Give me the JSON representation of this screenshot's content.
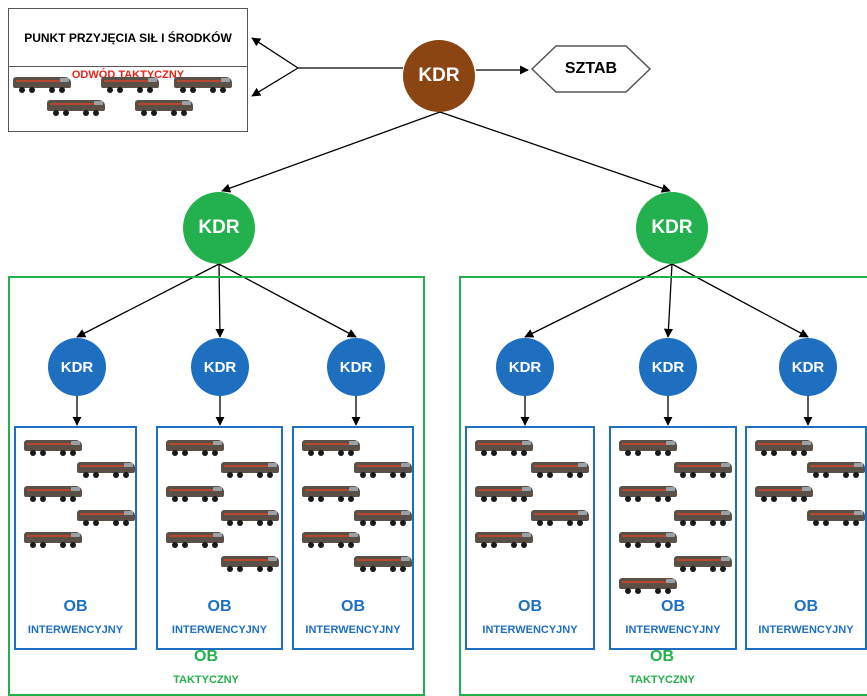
{
  "colors": {
    "brown": "#8b4513",
    "green": "#22b14c",
    "blue": "#1f6fc1",
    "red": "#e8231a"
  },
  "reception": {
    "title": "PUNKT PRZYJĘCIA SIŁ I ŚRODKÓW",
    "subtitle": "ODWÓD TAKTYCZNY"
  },
  "top_node": {
    "label": "KDR"
  },
  "sztab": {
    "label": "SZTAB"
  },
  "groups": [
    {
      "node_label": "KDR",
      "tactical": {
        "title": "OB",
        "subtitle": "TAKTYCZNY"
      },
      "units": [
        {
          "node_label": "KDR",
          "title": "OB",
          "subtitle": "INTERWENCYJNY",
          "vehicles": 5
        },
        {
          "node_label": "KDR",
          "title": "OB",
          "subtitle": "INTERWENCYJNY",
          "vehicles": 6
        },
        {
          "node_label": "KDR",
          "title": "OB",
          "subtitle": "INTERWENCYJNY",
          "vehicles": 6
        }
      ]
    },
    {
      "node_label": "KDR",
      "tactical": {
        "title": "OB",
        "subtitle": "TAKTYCZNY"
      },
      "units": [
        {
          "node_label": "KDR",
          "title": "OB",
          "subtitle": "INTERWENCYJNY",
          "vehicles": 5
        },
        {
          "node_label": "KDR",
          "title": "OB",
          "subtitle": "INTERWENCYJNY",
          "vehicles": 7
        },
        {
          "node_label": "KDR",
          "title": "OB",
          "subtitle": "INTERWENCYJNY",
          "vehicles": 4
        }
      ]
    }
  ]
}
